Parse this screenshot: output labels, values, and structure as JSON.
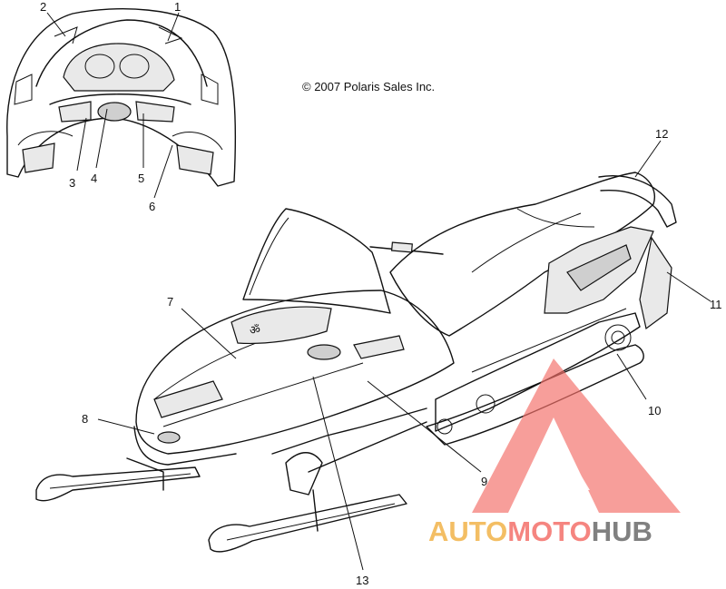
{
  "copyright": "© 2007 Polaris Sales Inc.",
  "callouts": [
    "1",
    "2",
    "3",
    "4",
    "5",
    "6",
    "7",
    "8",
    "9",
    "10",
    "11",
    "12",
    "13"
  ],
  "watermark": {
    "part1": "AUTO",
    "part2": "MOTO",
    "part3": "HUB",
    "colors": {
      "auto": "#f2b34a",
      "moto": "#f4706a",
      "hub": "#6b6b6b",
      "triangle": "#f4706a"
    }
  }
}
